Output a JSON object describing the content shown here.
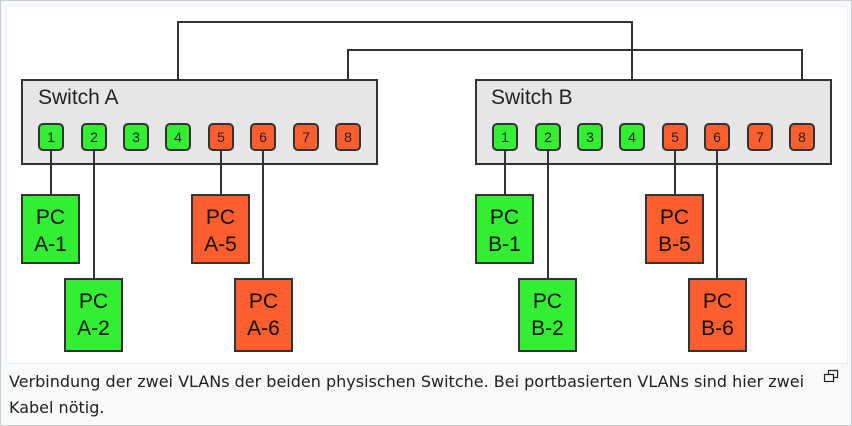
{
  "colors": {
    "vlan_green": "#33ee33",
    "vlan_orange": "#ff5f2e",
    "switch_bg": "#e6e6e6",
    "line": "#333333"
  },
  "switches": [
    {
      "name": "Switch A",
      "ports": [
        {
          "label": "1",
          "vlan": "green"
        },
        {
          "label": "2",
          "vlan": "green"
        },
        {
          "label": "3",
          "vlan": "green"
        },
        {
          "label": "4",
          "vlan": "green"
        },
        {
          "label": "5",
          "vlan": "orange"
        },
        {
          "label": "6",
          "vlan": "orange"
        },
        {
          "label": "7",
          "vlan": "orange"
        },
        {
          "label": "8",
          "vlan": "orange"
        }
      ],
      "pcs": [
        {
          "line1": "PC",
          "line2": "A-1",
          "vlan": "green"
        },
        {
          "line1": "PC",
          "line2": "A-2",
          "vlan": "green"
        },
        {
          "line1": "PC",
          "line2": "A-5",
          "vlan": "orange"
        },
        {
          "line1": "PC",
          "line2": "A-6",
          "vlan": "orange"
        }
      ]
    },
    {
      "name": "Switch B",
      "ports": [
        {
          "label": "1",
          "vlan": "green"
        },
        {
          "label": "2",
          "vlan": "green"
        },
        {
          "label": "3",
          "vlan": "green"
        },
        {
          "label": "4",
          "vlan": "green"
        },
        {
          "label": "5",
          "vlan": "orange"
        },
        {
          "label": "6",
          "vlan": "orange"
        },
        {
          "label": "7",
          "vlan": "orange"
        },
        {
          "label": "8",
          "vlan": "orange"
        }
      ],
      "pcs": [
        {
          "line1": "PC",
          "line2": "B-1",
          "vlan": "green"
        },
        {
          "line1": "PC",
          "line2": "B-2",
          "vlan": "green"
        },
        {
          "line1": "PC",
          "line2": "B-5",
          "vlan": "orange"
        },
        {
          "line1": "PC",
          "line2": "B-6",
          "vlan": "orange"
        }
      ]
    }
  ],
  "caption": "Verbindung der zwei VLANs der beiden physischen Switche. Bei portbasierten VLANs sind hier zwei Kabel nötig.",
  "enlarge_icon": "enlarge-icon"
}
